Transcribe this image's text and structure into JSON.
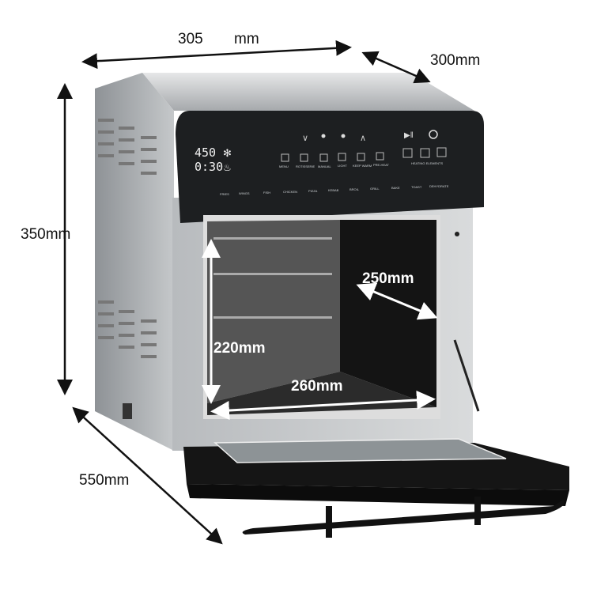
{
  "dimensions": {
    "width_value": "305",
    "width_unit": "mm",
    "depth": "300mm",
    "height": "350mm",
    "open_depth": "550mm",
    "cavity_height": "220mm",
    "cavity_width": "260mm",
    "cavity_depth": "250mm"
  },
  "display": {
    "temperature": "450",
    "time": "0:30"
  },
  "controls": {
    "function_buttons": [
      "MENU",
      "ROTISSERIE",
      "MANUAL",
      "LIGHT",
      "KEEP WARM",
      "PRE-HEAT"
    ],
    "heating_label": "HEATING ELEMENTS",
    "presets": [
      "FRIES",
      "WINGS",
      "FISH",
      "CHICKEN",
      "PIZZA",
      "KEBAB",
      "BROIL",
      "GRILL",
      "BAKE",
      "TOAST",
      "DEHYDRATE"
    ]
  },
  "colors": {
    "steel": "#a9adb0",
    "panel": "#1d1f21",
    "door": "#151515"
  }
}
